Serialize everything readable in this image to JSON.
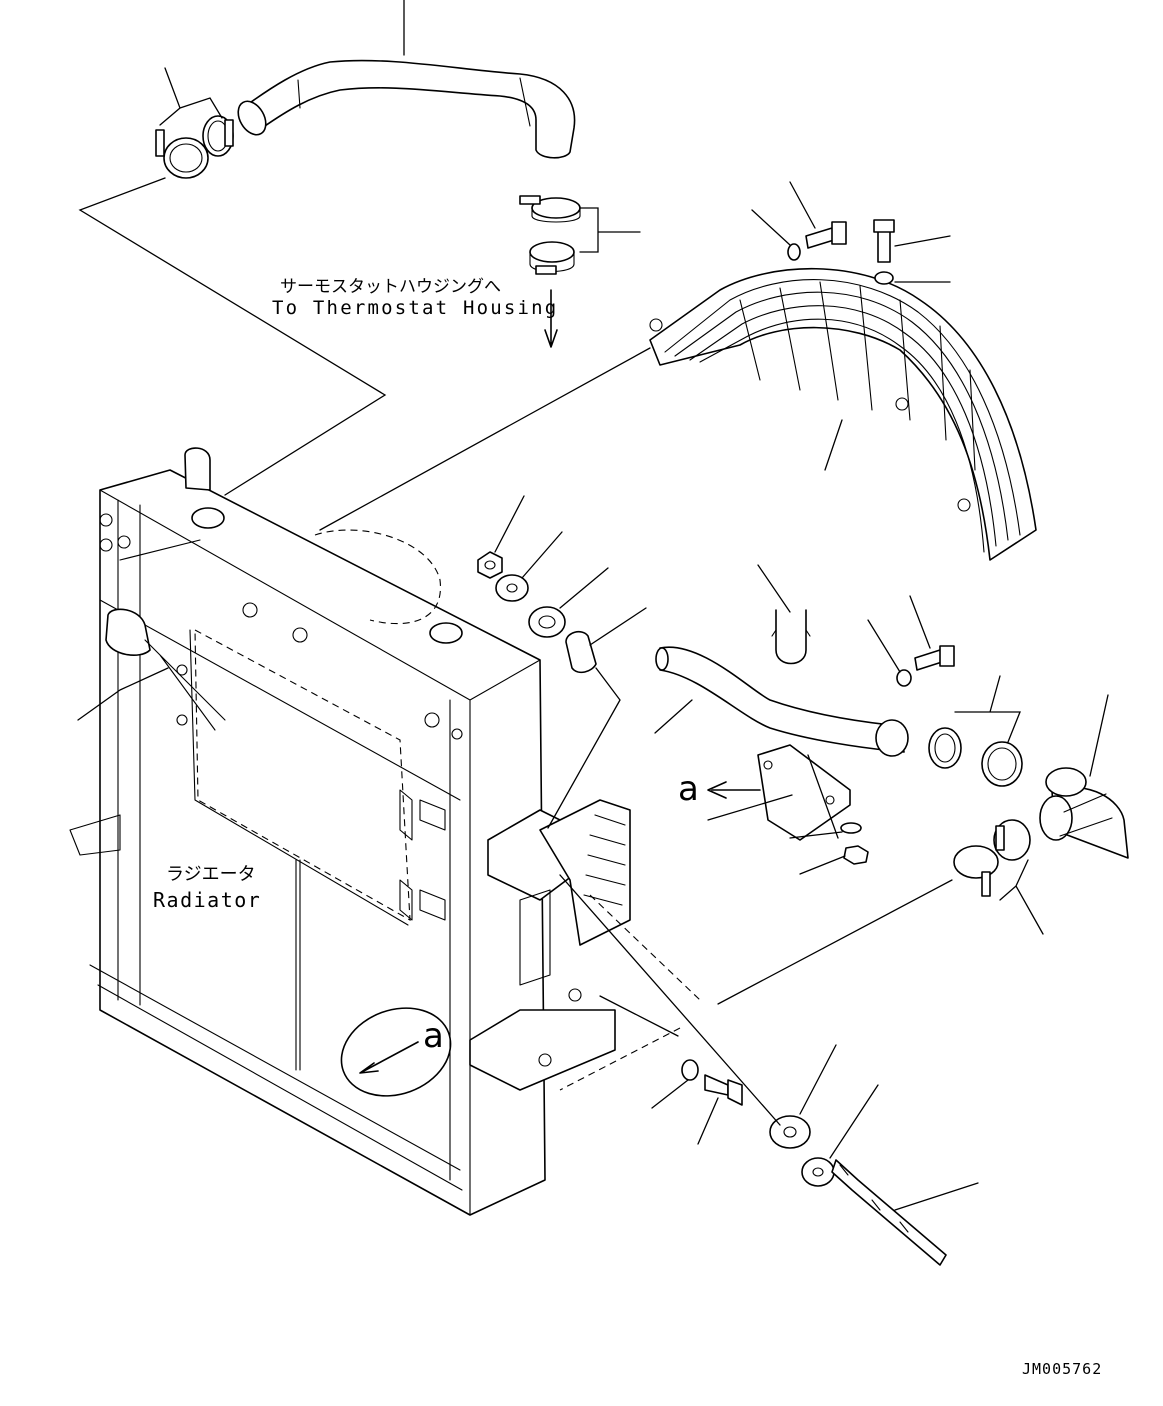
{
  "labels": {
    "thermostat_jp": "サーモスタットハウジングへ",
    "thermostat_en": "To Thermostat Housing",
    "radiator_jp": "ラジエータ",
    "radiator_en": "Radiator",
    "view_a_main": "a",
    "view_a_detail": "a",
    "drawing_number": "JM005762"
  }
}
